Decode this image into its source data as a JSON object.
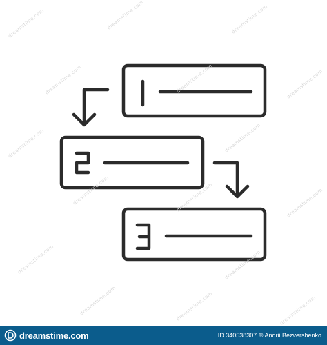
{
  "colors": {
    "stroke": "#2b2b2b",
    "background": "#ffffff",
    "footer_bg": "#0b5c8c",
    "footer_text": "#ffffff",
    "watermark": "#d9d9d9"
  },
  "icon": {
    "name": "numbered-steps-flow-icon",
    "steps": [
      {
        "number": "1",
        "icon": "step-1-card"
      },
      {
        "number": "2",
        "icon": "step-2-card"
      },
      {
        "number": "3",
        "icon": "step-3-card"
      }
    ]
  },
  "watermark_text": "dreamstime.com",
  "footer": {
    "brand": "dreamstime.com",
    "credit": "ID 340538307 © Andrii Bezvershenko"
  }
}
